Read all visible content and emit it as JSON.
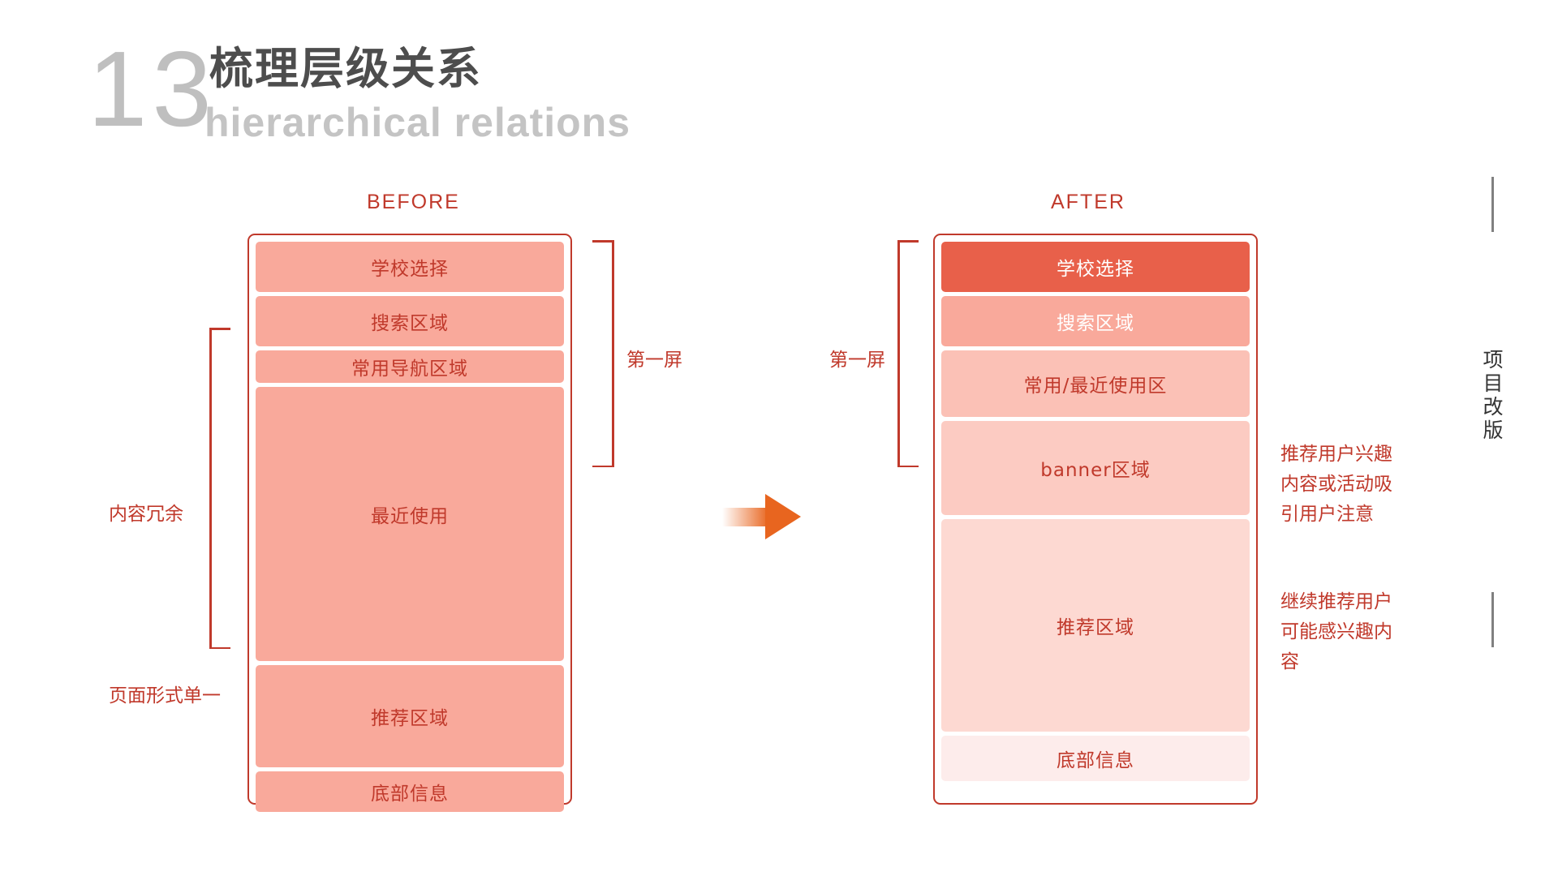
{
  "header": {
    "number": "13",
    "title_cn": "梳理层级关系",
    "title_en": "hierarchical relations"
  },
  "sections": {
    "before_caption": "BEFORE",
    "after_caption": "AFTER"
  },
  "before_panel": {
    "blocks": [
      {
        "label": "学校选择"
      },
      {
        "label": "搜索区域"
      },
      {
        "label": "常用导航区域"
      },
      {
        "label": "最近使用"
      },
      {
        "label": "推荐区域"
      },
      {
        "label": "底部信息"
      }
    ]
  },
  "after_panel": {
    "blocks": [
      {
        "label": "学校选择"
      },
      {
        "label": "搜索区域"
      },
      {
        "label": "常用/最近使用区"
      },
      {
        "label": "banner区域"
      },
      {
        "label": "推荐区域"
      },
      {
        "label": "底部信息"
      }
    ]
  },
  "annotations": {
    "before_first_screen": "第一屏",
    "after_first_screen": "第一屏",
    "before_content_redundant": "内容冗余",
    "before_form_monotonous": "页面形式单一",
    "after_banner_note": "推荐用户兴趣内容或活动吸引用户注意",
    "after_recommend_note": "继续推荐用户可能感兴趣内容"
  },
  "rail": {
    "vertical_label": "项目改版"
  },
  "colors": {
    "accent_red": "#c0392b",
    "block_base": "#f9a99b",
    "block_highlight": "#e8604a",
    "arrow_orange": "#e8651f",
    "title_gray": "#4d4d4d",
    "number_gray": "#bfbfbf"
  }
}
